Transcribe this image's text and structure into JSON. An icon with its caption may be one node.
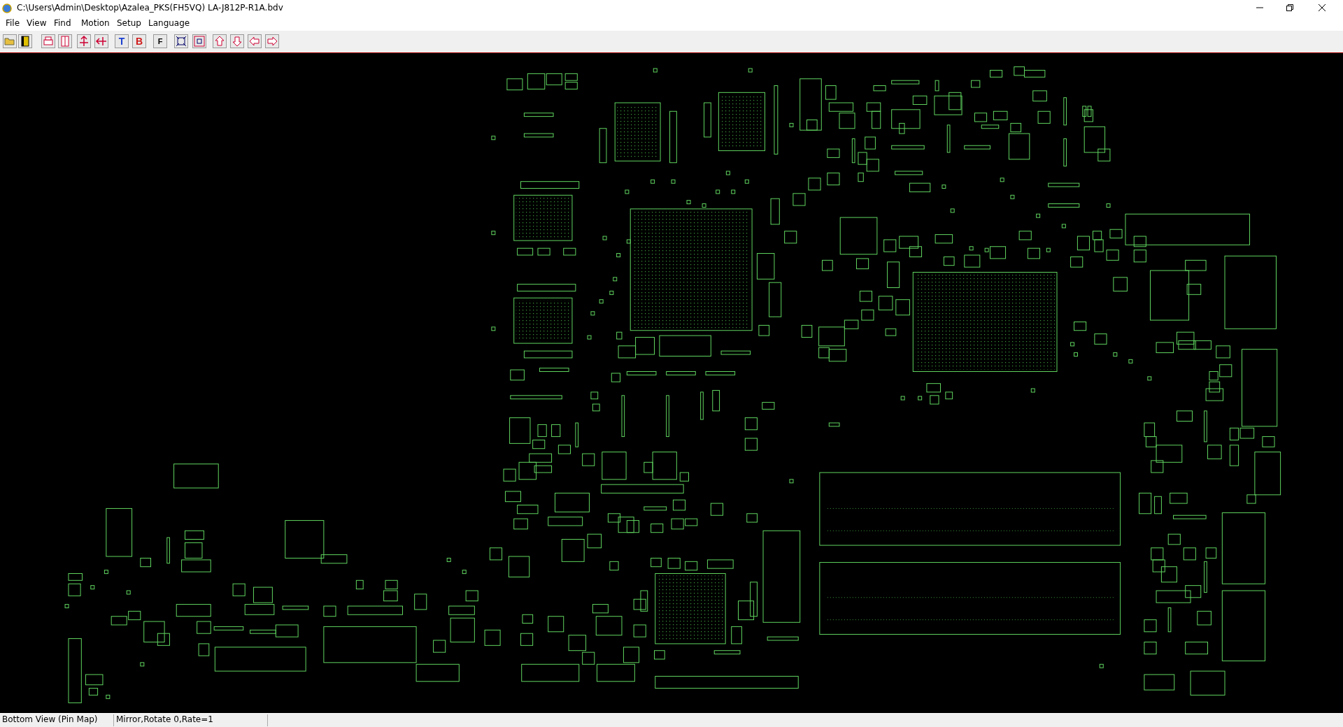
{
  "diagram": {
    "labels": [
      "C:\\Users\\Admin\\Desktop\\Azalea_PKS(FH5VQ) LA-J812P-R1A.bdv",
      "File",
      "View",
      "Find",
      "Motion",
      "Setup",
      "Language",
      "T",
      "B",
      "F",
      "Bottom View (Pin Map)",
      "Mirror,Rotate 0,Rate=1"
    ]
  }
}
